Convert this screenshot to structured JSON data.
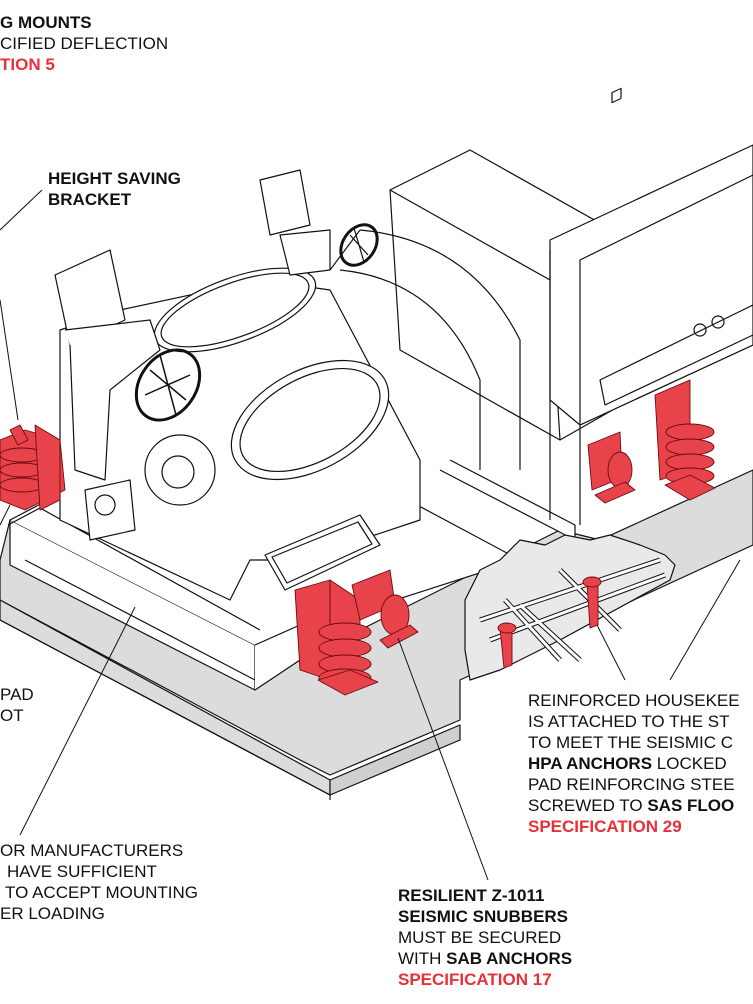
{
  "colors": {
    "accent_red": "#e8303a",
    "text": "#111111",
    "floor_gray": "#dcdcdc",
    "line": "#111111"
  },
  "labels": {
    "spring_mounts": {
      "line1": "G MOUNTS",
      "line2": "CIFIED DEFLECTION",
      "spec": "TION 5"
    },
    "height_saving": {
      "line1": "HEIGHT SAVING",
      "line2": "BRACKET"
    },
    "pad_note": {
      "line1": "PAD",
      "line2": "OT"
    },
    "housekeeping": {
      "line1": "REINFORCED HOUSEKEE",
      "line2": "IS ATTACHED TO THE ST",
      "line3": "TO MEET THE SEISMIC C",
      "line4_bold": "HPA ANCHORS",
      "line4_rest": " LOCKED",
      "line5": "PAD REINFORCING STEE",
      "line6_pre": "SCREWED TO ",
      "line6_bold": "SAS FLOO",
      "spec": "SPECIFICATION 29"
    },
    "manufacturers": {
      "line1": "OR MANUFACTURERS",
      "line2": "HAVE SUFFICIENT",
      "line3": "TO ACCEPT MOUNTING",
      "line4": "ER LOADING"
    },
    "snubbers": {
      "line1": "RESILIENT Z-1011",
      "line2": "SEISMIC SNUBBERS",
      "line3": "MUST BE SECURED",
      "line4_pre": "WITH ",
      "line4_bold": "SAB ANCHORS",
      "spec": "SPECIFICATION 17"
    }
  },
  "components": [
    {
      "name": "compressor",
      "icon": "compressor-illustration"
    },
    {
      "name": "motor",
      "icon": "motor-illustration"
    },
    {
      "name": "control-panel",
      "icon": "control-panel-illustration"
    },
    {
      "name": "spring-mount",
      "icon": "spring-mount-icon"
    },
    {
      "name": "seismic-snubber",
      "icon": "snubber-icon"
    },
    {
      "name": "anchor",
      "icon": "anchor-icon"
    },
    {
      "name": "housekeeping-pad",
      "icon": "concrete-pad-illustration"
    }
  ]
}
